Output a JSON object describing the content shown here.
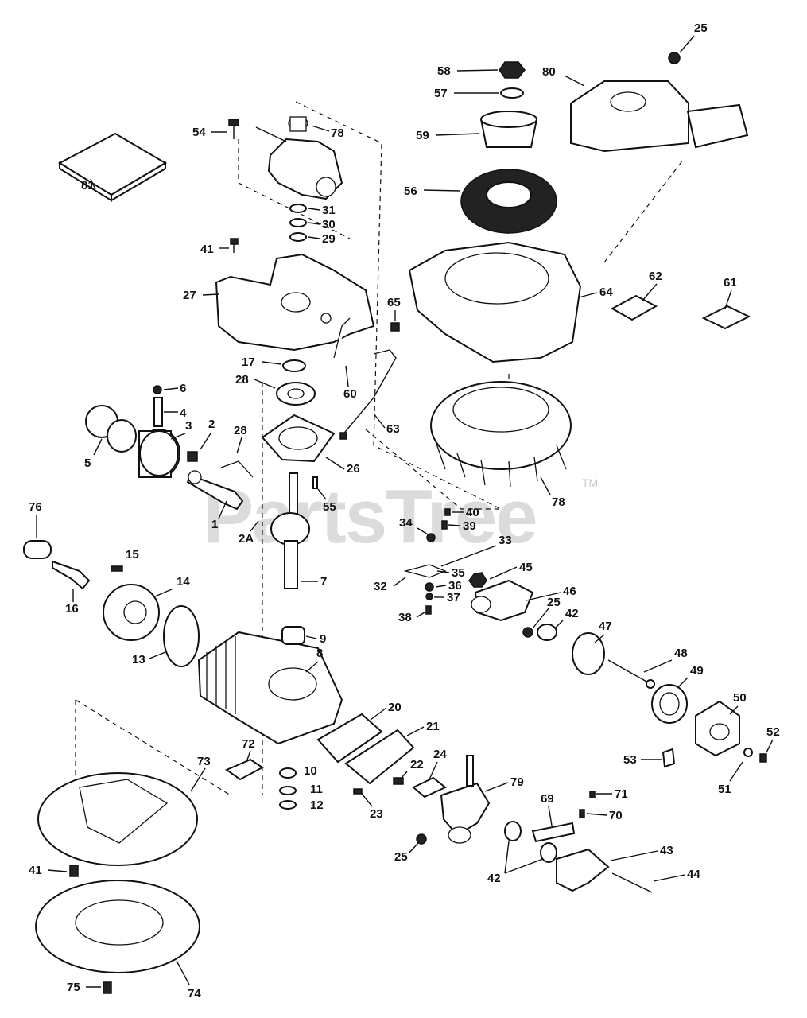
{
  "watermark": {
    "brand": "PartsTree",
    "trademark": "TM"
  },
  "callouts": [
    {
      "id": "c1",
      "label": "1"
    },
    {
      "id": "c2",
      "label": "2"
    },
    {
      "id": "c2A",
      "label": "2A"
    },
    {
      "id": "c3",
      "label": "3"
    },
    {
      "id": "c4",
      "label": "4"
    },
    {
      "id": "c5",
      "label": "5"
    },
    {
      "id": "c6",
      "label": "6"
    },
    {
      "id": "c7",
      "label": "7"
    },
    {
      "id": "c8",
      "label": "8"
    },
    {
      "id": "c9",
      "label": "9"
    },
    {
      "id": "c10",
      "label": "10"
    },
    {
      "id": "c11",
      "label": "11"
    },
    {
      "id": "c12",
      "label": "12"
    },
    {
      "id": "c13",
      "label": "13"
    },
    {
      "id": "c14",
      "label": "14"
    },
    {
      "id": "c15",
      "label": "15"
    },
    {
      "id": "c16",
      "label": "16"
    },
    {
      "id": "c17",
      "label": "17"
    },
    {
      "id": "c20",
      "label": "20"
    },
    {
      "id": "c21",
      "label": "21"
    },
    {
      "id": "c22",
      "label": "22"
    },
    {
      "id": "c23",
      "label": "23"
    },
    {
      "id": "c24",
      "label": "24"
    },
    {
      "id": "c25a",
      "label": "25"
    },
    {
      "id": "c25b",
      "label": "25"
    },
    {
      "id": "c25c",
      "label": "25"
    },
    {
      "id": "c26",
      "label": "26"
    },
    {
      "id": "c27",
      "label": "27"
    },
    {
      "id": "c28a",
      "label": "28"
    },
    {
      "id": "c28b",
      "label": "28"
    },
    {
      "id": "c29",
      "label": "29"
    },
    {
      "id": "c30",
      "label": "30"
    },
    {
      "id": "c31",
      "label": "31"
    },
    {
      "id": "c32",
      "label": "32"
    },
    {
      "id": "c33",
      "label": "33"
    },
    {
      "id": "c34",
      "label": "34"
    },
    {
      "id": "c35",
      "label": "35"
    },
    {
      "id": "c36",
      "label": "36"
    },
    {
      "id": "c37",
      "label": "37"
    },
    {
      "id": "c38",
      "label": "38"
    },
    {
      "id": "c39",
      "label": "39"
    },
    {
      "id": "c40",
      "label": "40"
    },
    {
      "id": "c41a",
      "label": "41"
    },
    {
      "id": "c41b",
      "label": "41"
    },
    {
      "id": "c42a",
      "label": "42"
    },
    {
      "id": "c42b",
      "label": "42"
    },
    {
      "id": "c43",
      "label": "43"
    },
    {
      "id": "c44",
      "label": "44"
    },
    {
      "id": "c45",
      "label": "45"
    },
    {
      "id": "c46",
      "label": "46"
    },
    {
      "id": "c47",
      "label": "47"
    },
    {
      "id": "c48",
      "label": "48"
    },
    {
      "id": "c49",
      "label": "49"
    },
    {
      "id": "c50",
      "label": "50"
    },
    {
      "id": "c51",
      "label": "51"
    },
    {
      "id": "c52",
      "label": "52"
    },
    {
      "id": "c53",
      "label": "53"
    },
    {
      "id": "c54",
      "label": "54"
    },
    {
      "id": "c55",
      "label": "55"
    },
    {
      "id": "c56",
      "label": "56"
    },
    {
      "id": "c57",
      "label": "57"
    },
    {
      "id": "c58",
      "label": "58"
    },
    {
      "id": "c59",
      "label": "59"
    },
    {
      "id": "c60",
      "label": "60"
    },
    {
      "id": "c61",
      "label": "61"
    },
    {
      "id": "c62",
      "label": "62"
    },
    {
      "id": "c63",
      "label": "63"
    },
    {
      "id": "c64",
      "label": "64"
    },
    {
      "id": "c65",
      "label": "65"
    },
    {
      "id": "c69",
      "label": "69"
    },
    {
      "id": "c70",
      "label": "70"
    },
    {
      "id": "c71",
      "label": "71"
    },
    {
      "id": "c72",
      "label": "72"
    },
    {
      "id": "c73",
      "label": "73"
    },
    {
      "id": "c74",
      "label": "74"
    },
    {
      "id": "c75",
      "label": "75"
    },
    {
      "id": "c76",
      "label": "76"
    },
    {
      "id": "c78a",
      "label": "78"
    },
    {
      "id": "c78b",
      "label": "78"
    },
    {
      "id": "c79",
      "label": "79"
    },
    {
      "id": "c80",
      "label": "80"
    },
    {
      "id": "c81",
      "label": "81"
    }
  ]
}
